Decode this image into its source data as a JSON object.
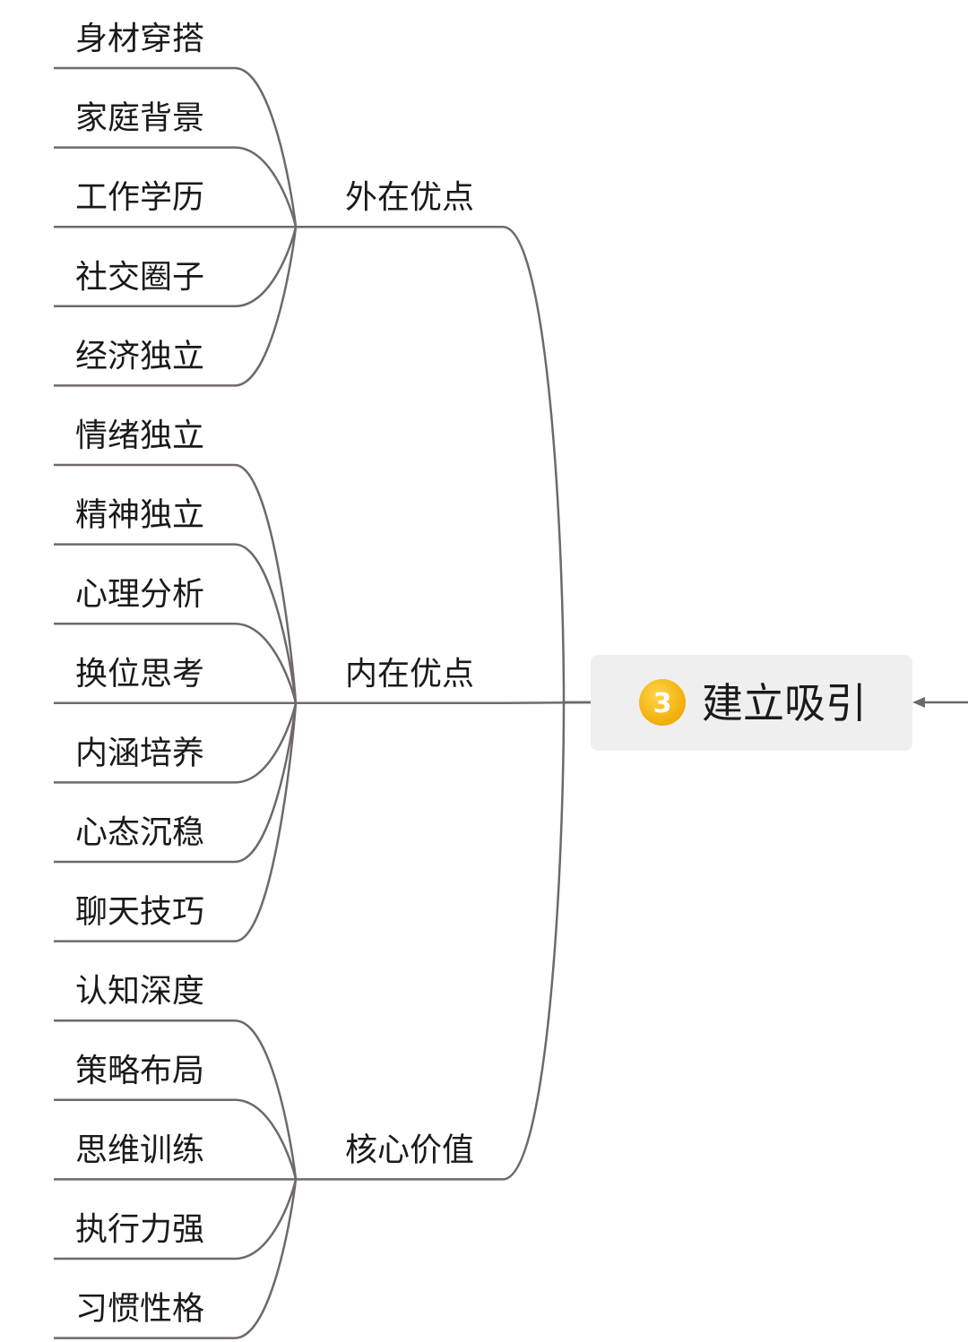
{
  "root": {
    "label": "建立吸引",
    "badge": "3"
  },
  "branches": [
    {
      "label": "外在优点",
      "leaves": [
        "身材穿搭",
        "家庭背景",
        "工作学历",
        "社交圈子",
        "经济独立"
      ]
    },
    {
      "label": "内在优点",
      "leaves": [
        "情绪独立",
        "精神独立",
        "心理分析",
        "换位思考",
        "内涵培养",
        "心态沉稳",
        "聊天技巧"
      ]
    },
    {
      "label": "核心价值",
      "leaves": [
        "认知深度",
        "策略布局",
        "思维训练",
        "执行力强",
        "习惯性格"
      ]
    }
  ],
  "colors": {
    "line": "#6f686f",
    "root_bg": "#f0eff0",
    "badge": "#f5b400",
    "text": "#1a1a1a"
  }
}
